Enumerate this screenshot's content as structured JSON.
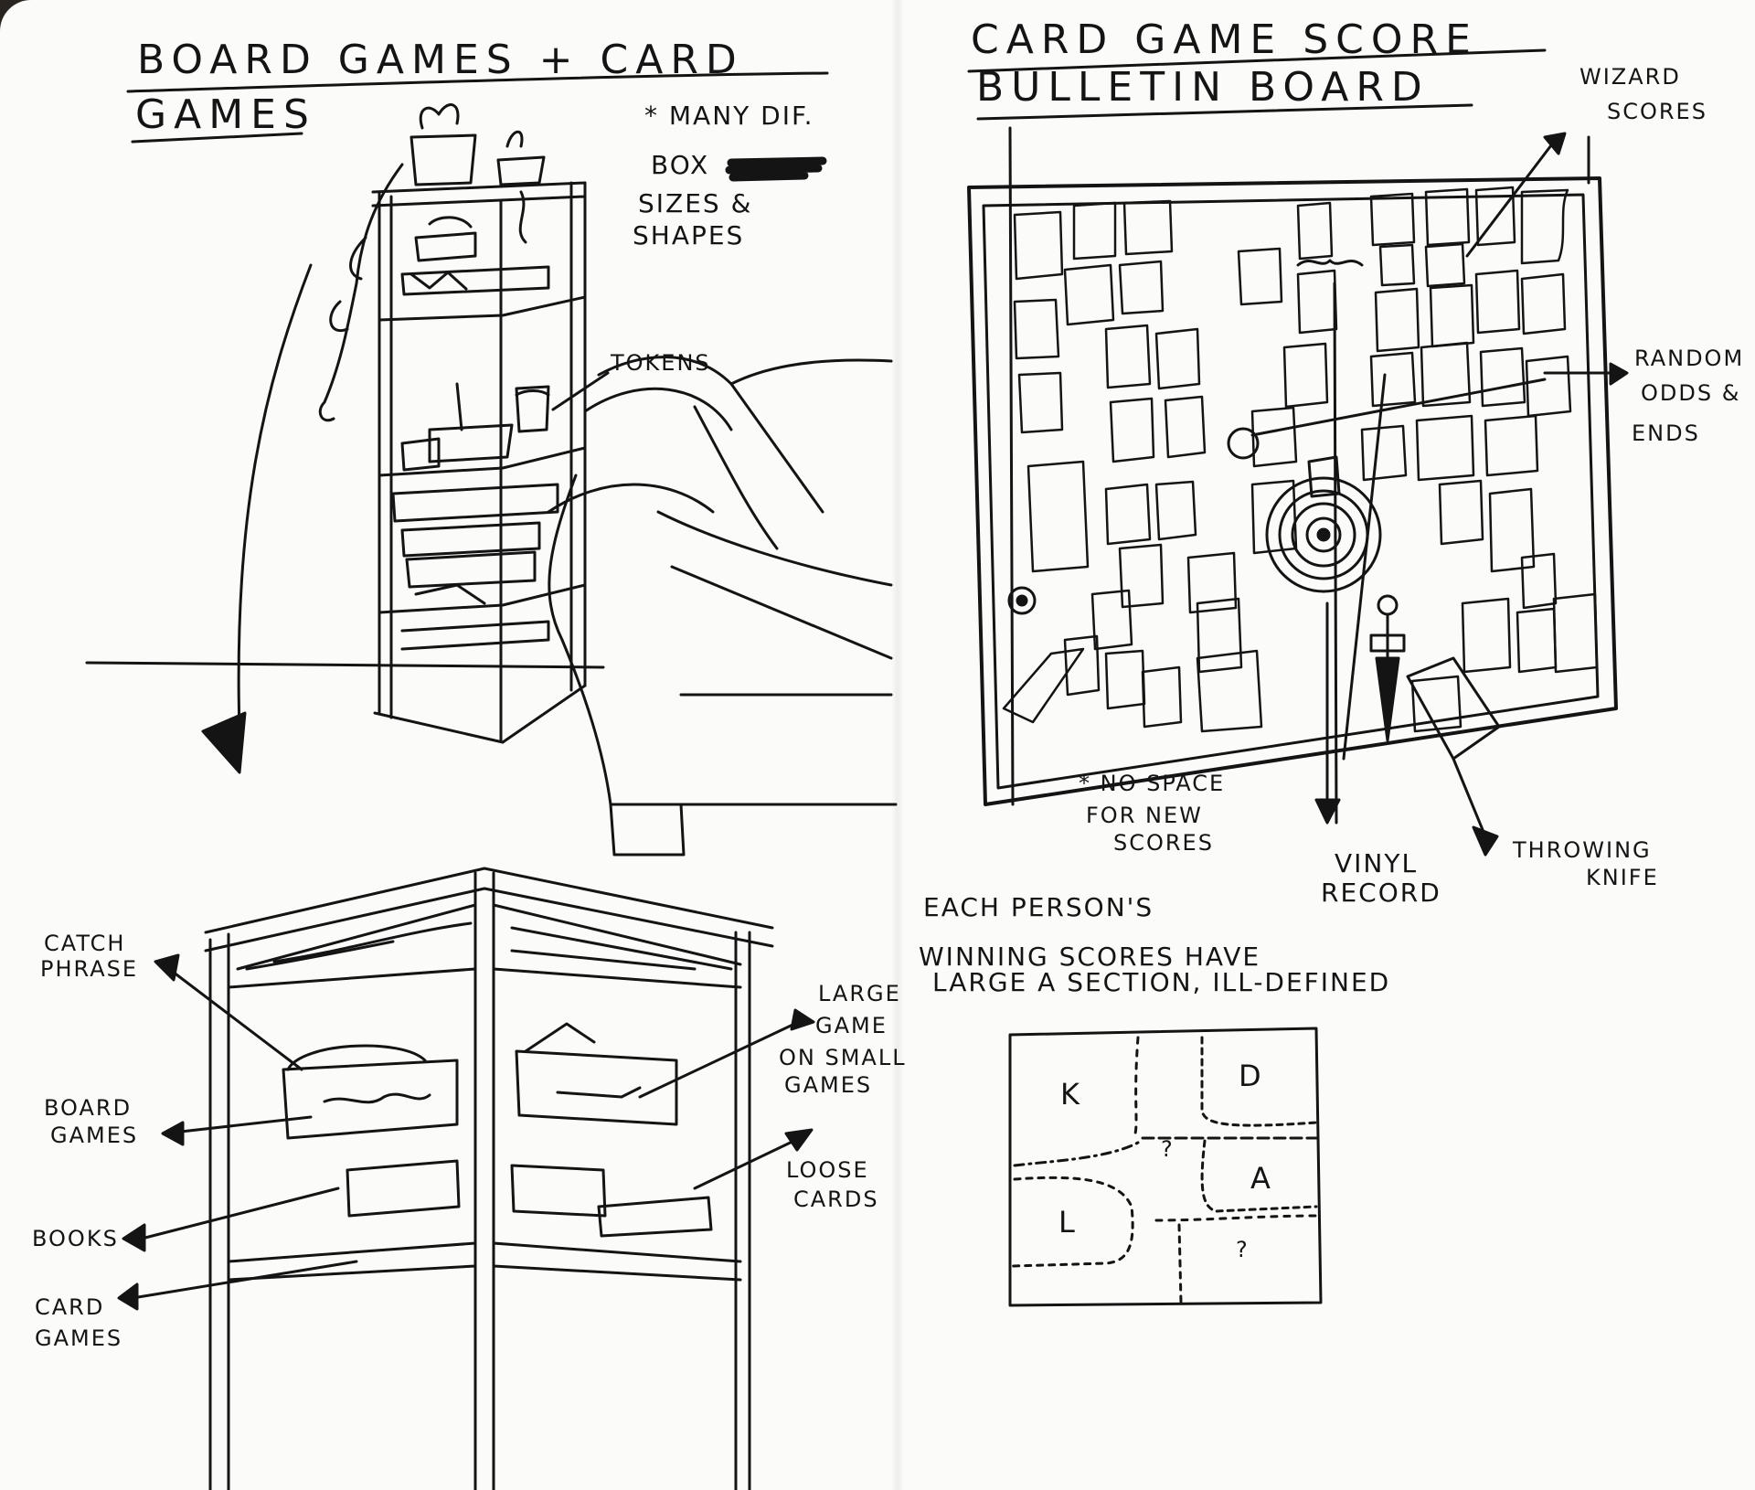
{
  "left_page": {
    "title_line1": "BOARD GAMES + CARD",
    "title_line2": "GAMES",
    "note_line1": "* MANY DIF.",
    "note_line2": "BOX",
    "note_line3": "SIZES &",
    "note_line4": "SHAPES",
    "tokens": "TOKENS",
    "catch_line1": "CATCH",
    "catch_line2": "PHRASE",
    "board_line1": "BOARD",
    "board_line2": "GAMES",
    "books": "BOOKS",
    "card_line1": "CARD",
    "card_line2": "GAMES",
    "large_line1": "LARGE",
    "large_line2": "GAME",
    "large_line3": "ON SMALL",
    "large_line4": "GAMES",
    "loose_line1": "LOOSE",
    "loose_line2": "CARDS"
  },
  "right_page": {
    "title_line1": "CARD GAME SCORE",
    "title_line2": "BULLETIN BOARD",
    "wizard_line1": "WIZARD",
    "wizard_line2": "SCORES",
    "random_line1": "RANDOM",
    "random_line2": "ODDS &",
    "random_line3": "ENDS",
    "nospace_line1": "* NO SPACE",
    "nospace_line2": "FOR NEW",
    "nospace_line3": "SCORES",
    "vinyl_line1": "VINYL",
    "vinyl_line2": "RECORD",
    "knife_line1": "THROWING",
    "knife_line2": "KNIFE",
    "each_line1": "EACH PERSON'S",
    "each_line2": "WINNING SCORES HAVE",
    "each_line3": "LARGE A SECTION, ILL-DEFINED",
    "grid": {
      "k": "K",
      "d": "D",
      "q1": "?",
      "a": "A",
      "l": "L",
      "q2": "?"
    }
  },
  "colors": {
    "ink": "#141414",
    "paper": "#fbfbfa",
    "background": "#2a2421"
  }
}
